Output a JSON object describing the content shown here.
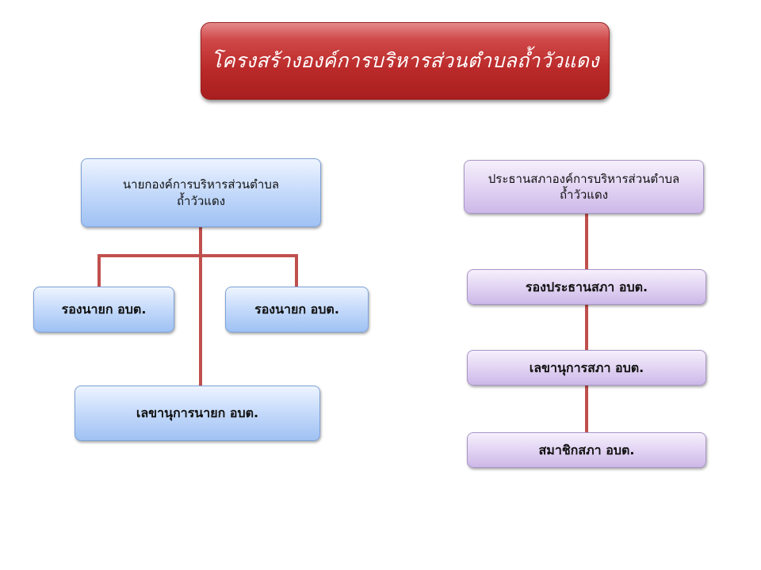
{
  "title": "โครงสร้างองค์การบริหารส่วนตำบลถ้ำวัวแดง",
  "executive": {
    "head_line1": "นายกองค์การบริหารส่วนตำบล",
    "head_line2": "ถ้ำวัวแดง",
    "deputy_left": "รองนายก อบต.",
    "deputy_right": "รองนายก อบต.",
    "secretary": "เลขานุการนายก อบต."
  },
  "council": {
    "president_line1": "ประธานสภาองค์การบริหารส่วนตำบล",
    "president_line2": "ถ้ำวัวแดง",
    "vice_president": "รองประธานสภา อบต.",
    "secretary": "เลขานุการสภา อบต.",
    "members": "สมาชิกสภา อบต."
  },
  "colors": {
    "connector": "#c0504d",
    "title_bg": "#c0392b",
    "executive_box": "#b7d0f7",
    "council_box": "#ddd0f0"
  }
}
